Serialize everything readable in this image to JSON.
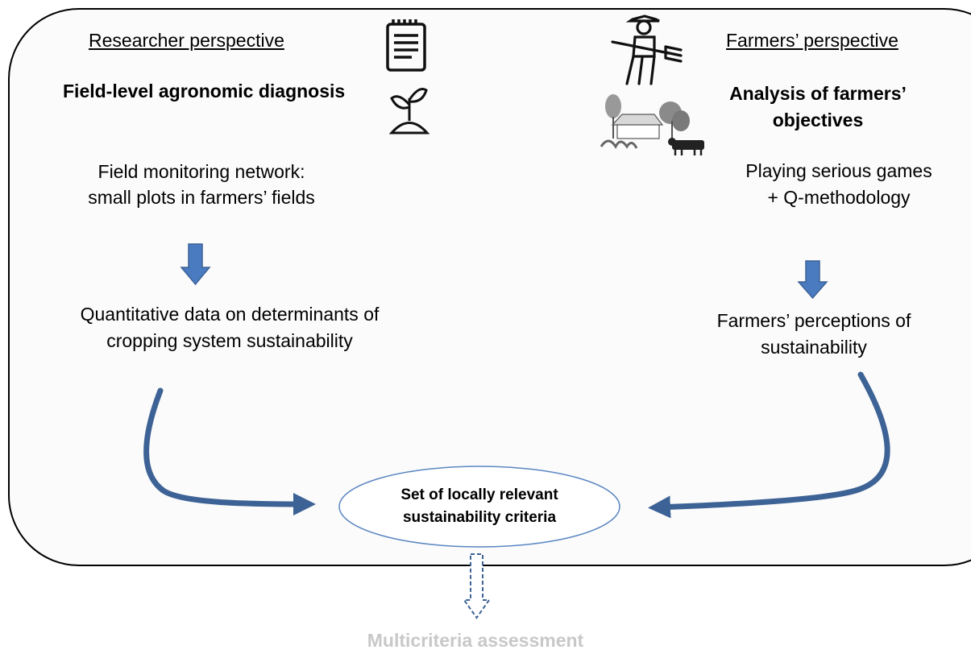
{
  "researcher": {
    "heading": "Researcher perspective",
    "method_title": "Field-level agronomic diagnosis",
    "method_line1": "Field monitoring network:",
    "method_line2": "small plots in farmers’ fields",
    "output_line1": "Quantitative data on determinants of",
    "output_line2": "cropping system sustainability"
  },
  "farmers": {
    "heading": "Farmers’ perspective",
    "method_title_line1": "Analysis of farmers’",
    "method_title_line2": "objectives",
    "method_line1": "Playing serious games",
    "method_line2": "+ Q-methodology",
    "output_line1": "Farmers’ perceptions of",
    "output_line2": "sustainability"
  },
  "center": {
    "line1": "Set of locally relevant",
    "line2": "sustainability criteria"
  },
  "footer": {
    "label": "Multicriteria assessment"
  },
  "icons": {
    "notepad": "notepad-icon",
    "seedling": "seedling-icon",
    "farmer": "farmer-with-pitchfork-icon",
    "farm_scene": "farm-scene-icon"
  },
  "colors": {
    "arrow": "#3d6295",
    "ellipse_stroke": "#4f7fbf",
    "footer_text": "#c8c8c8"
  }
}
